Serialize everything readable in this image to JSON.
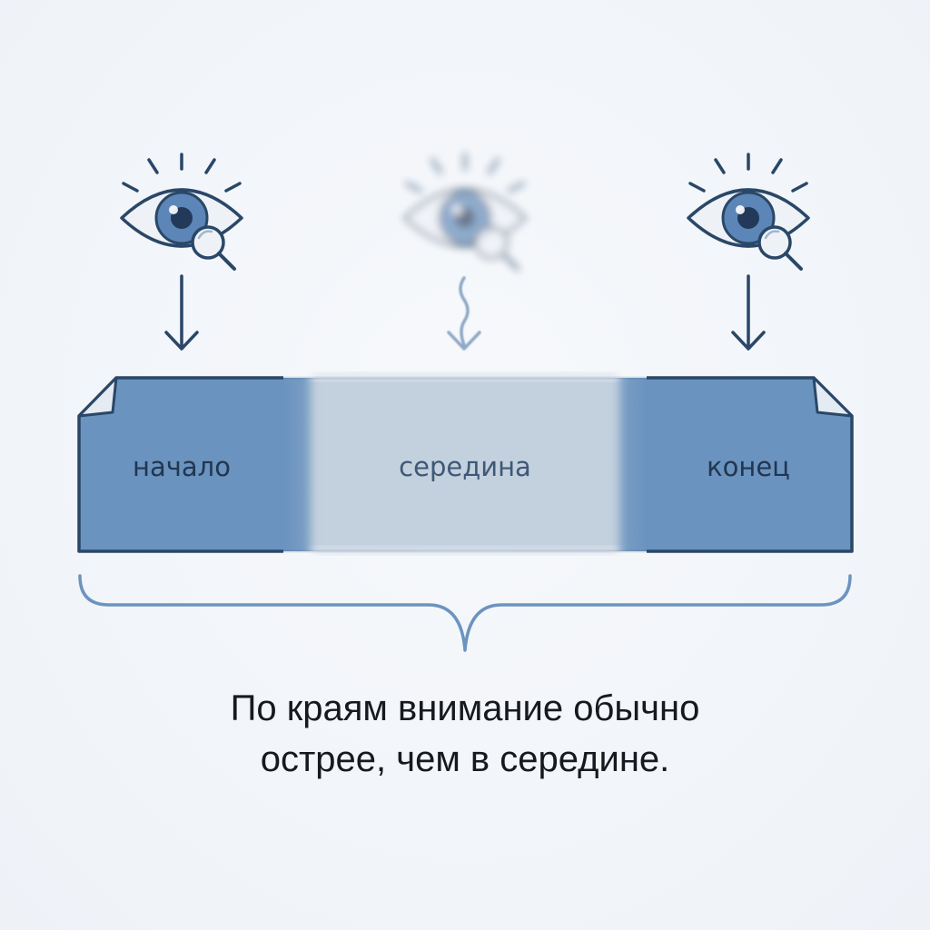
{
  "segments": {
    "start": "начало",
    "middle": "середина",
    "end": "конец"
  },
  "caption": {
    "line1": "По краям внимание обычно",
    "line2": "острее, чем в середине."
  },
  "icons": {
    "left": "eye-magnifier-icon",
    "center": "eye-magnifier-icon-blurred",
    "right": "eye-magnifier-icon"
  },
  "colors": {
    "background": "#f1f4f8",
    "edge_fill": "#6a93bf",
    "middle_fill": "#bccbdb",
    "outline": "#2a4767",
    "iris": "#5c86b7",
    "caption_text": "#16191e"
  }
}
